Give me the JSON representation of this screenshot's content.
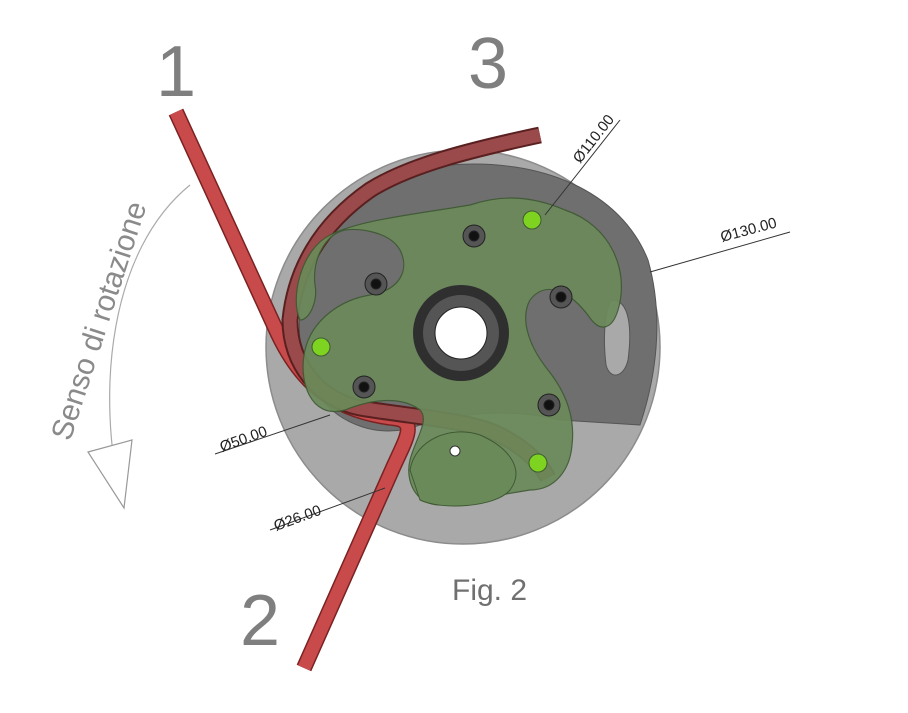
{
  "labels": {
    "n1": "1",
    "n2": "2",
    "n3": "3",
    "rotation": "Senso di rotazione",
    "figure": "Fig. 2"
  },
  "dimensions": {
    "d110": "Ø110.00",
    "d130": "Ø130.00",
    "d50": "Ø50.00",
    "d26": "Ø26.00"
  },
  "colors": {
    "outer_disc": "#a9a9a9",
    "inner_disc": "#6f6f6f",
    "rotor_green": "#6b8a5a",
    "tube_red": "#c84a4a",
    "roller_dot": "#7ed321",
    "label_gray": "#7f7f7f"
  }
}
